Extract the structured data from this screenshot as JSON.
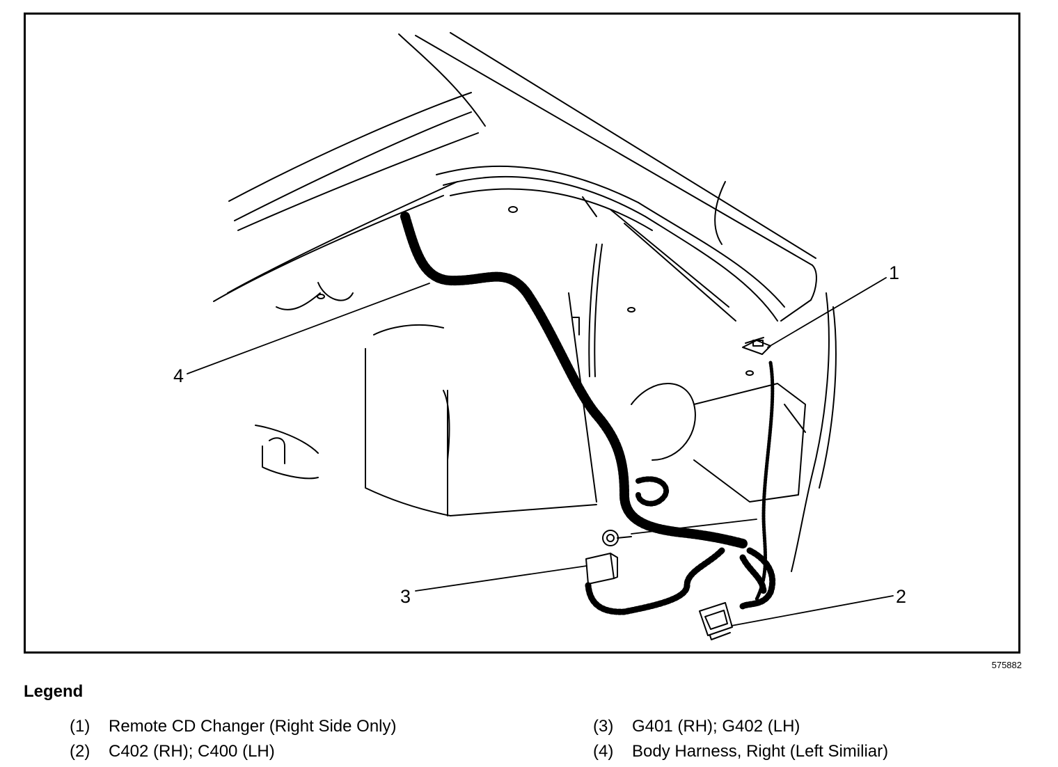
{
  "figure": {
    "id": "575882",
    "callouts": [
      "1",
      "2",
      "3",
      "4"
    ]
  },
  "legend": {
    "title": "Legend",
    "items": [
      {
        "num": "(1)",
        "text": "Remote CD Changer (Right Side Only)"
      },
      {
        "num": "(2)",
        "text": "C402 (RH); C400 (LH)"
      },
      {
        "num": "(3)",
        "text": "G401 (RH); G402 (LH)"
      },
      {
        "num": "(4)",
        "text": "Body Harness, Right (Left Similiar)"
      }
    ]
  }
}
